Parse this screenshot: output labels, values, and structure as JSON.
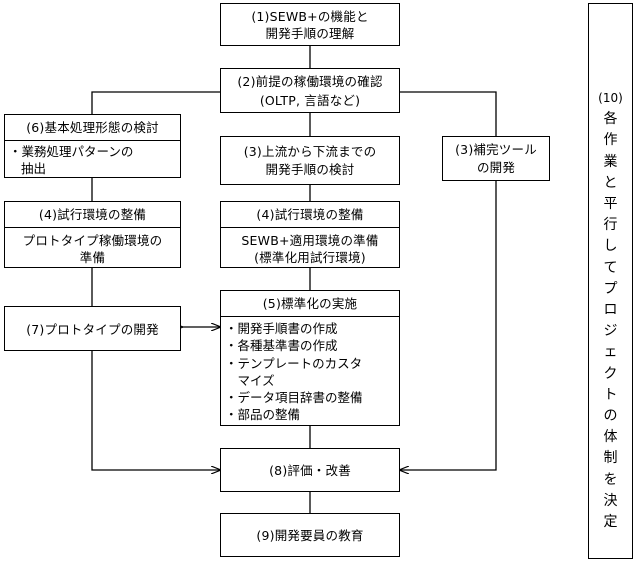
{
  "steps": {
    "s1": {
      "line1": "(1)SEWB+の機能と",
      "line2": "開発手順の理解"
    },
    "s2": {
      "line1": "(2)前提の稼働環境の確認",
      "line2": "(OLTP, 言語など)"
    },
    "s6": {
      "title": "(6)基本処理形態の検討",
      "items": [
        "・業務処理パターンの",
        "抽出"
      ]
    },
    "s3a": {
      "line1": "(3)上流から下流までの",
      "line2": "開発手順の検討"
    },
    "s3b": {
      "line1": "(3)補完ツール",
      "line2": "の開発"
    },
    "s4a": {
      "title": "(4)試行環境の整備",
      "body": [
        "プロトタイプ稼働環境の",
        "準備"
      ]
    },
    "s4b": {
      "title": "(4)試行環境の整備",
      "body": [
        "SEWB+適用環境の準備",
        "(標準化用試行環境)"
      ]
    },
    "s5": {
      "title": "(5)標準化の実施",
      "items": [
        "・開発手順書の作成",
        "・各種基準書の作成",
        "・テンプレートのカスタ",
        "　マイズ",
        "・データ項目辞書の整備",
        "・部品の整備"
      ]
    },
    "s7": {
      "label": "(7)プロトタイプの開発"
    },
    "s8": {
      "label": "(8)評価・改善"
    },
    "s9": {
      "label": "(9)開発要員の教育"
    },
    "s10": {
      "chars": [
        "(10)",
        "各",
        "作",
        "業",
        "と",
        "平",
        "行",
        "し",
        "て",
        "プ",
        "ロ",
        "ジ",
        "ェ",
        "ク",
        "ト",
        "の",
        "体",
        "制",
        "を",
        "決",
        "定"
      ]
    }
  }
}
